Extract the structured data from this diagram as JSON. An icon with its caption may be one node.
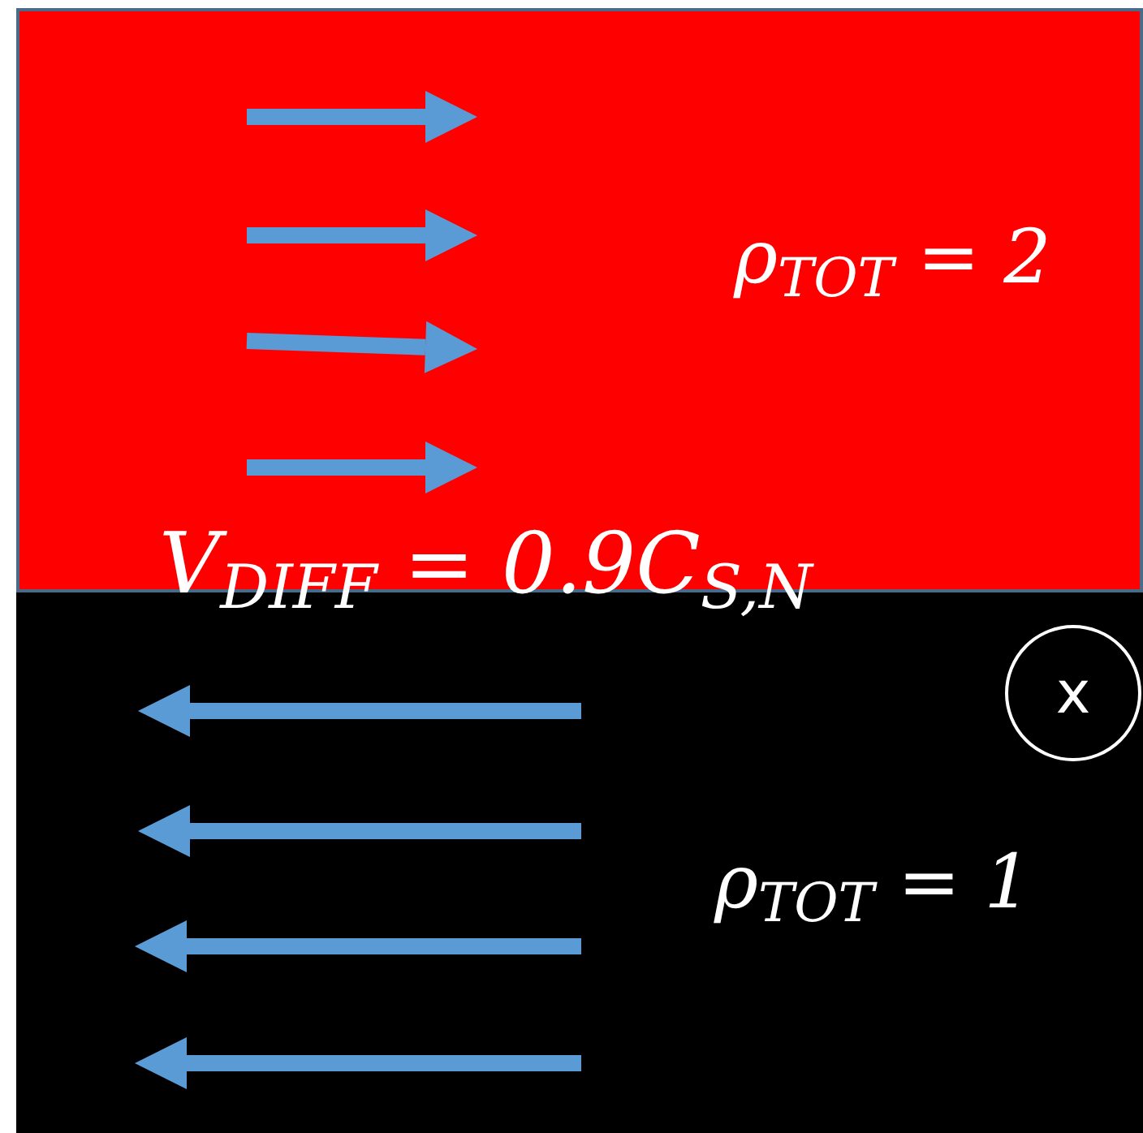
{
  "diagram": {
    "nodes": [
      {
        "text": [
          "ρ$_{TOT}$ = 2"
        ]
      },
      {
        "text": [
          "ρ$_{TOT}$ = 1"
        ]
      },
      {
        "text": [
          "x"
        ],
        "in": 1
      }
    ],
    "labels": [
      "V$_{DIFF}$ = 0.9C$_{S,N}$"
    ]
  }
}
